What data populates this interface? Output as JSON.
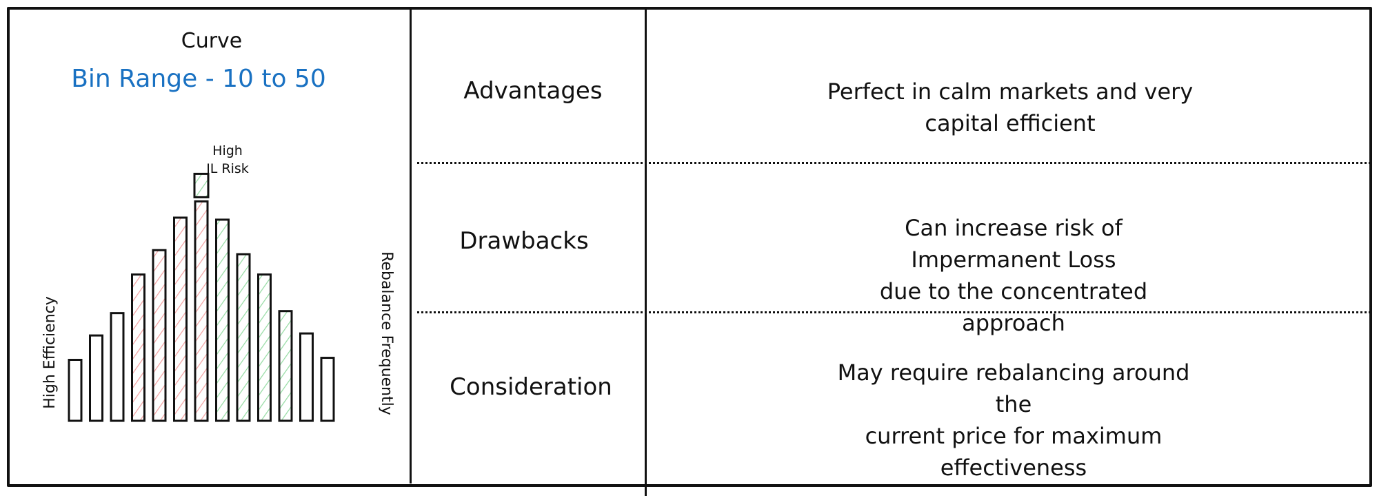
{
  "curve_panel": {
    "title": "Curve",
    "subtitle": "Bin Range - 10 to 50",
    "peak_label": "High\nIL Risk",
    "left_side_label": "High Efficiency",
    "right_side_label": "Rebalance Frequently",
    "bars": [
      {
        "height": 0.3,
        "side": "neutral"
      },
      {
        "height": 0.42,
        "side": "neutral"
      },
      {
        "height": 0.53,
        "side": "neutral"
      },
      {
        "height": 0.72,
        "side": "red"
      },
      {
        "height": 0.84,
        "side": "red"
      },
      {
        "height": 1.0,
        "side": "red"
      },
      {
        "height": 1.08,
        "side": "red",
        "cap": true
      },
      {
        "height": 0.99,
        "side": "green"
      },
      {
        "height": 0.82,
        "side": "green"
      },
      {
        "height": 0.72,
        "side": "green"
      },
      {
        "height": 0.54,
        "side": "green"
      },
      {
        "height": 0.43,
        "side": "neutral"
      },
      {
        "height": 0.31,
        "side": "neutral"
      }
    ],
    "colors": {
      "red_hatch": "#f2a3a3",
      "green_hatch": "#96dca4",
      "outline": "#111111",
      "subtitle": "#1971c2"
    }
  },
  "table": {
    "rows": [
      {
        "label": "Advantages",
        "description": "Perfect in calm markets and very capital efficient"
      },
      {
        "label": "Drawbacks",
        "description": "Can increase risk of Impermanent Loss\ndue to the concentrated approach"
      },
      {
        "label": "Consideration",
        "description": "May require rebalancing around the\ncurrent price for maximum effectiveness"
      }
    ]
  }
}
